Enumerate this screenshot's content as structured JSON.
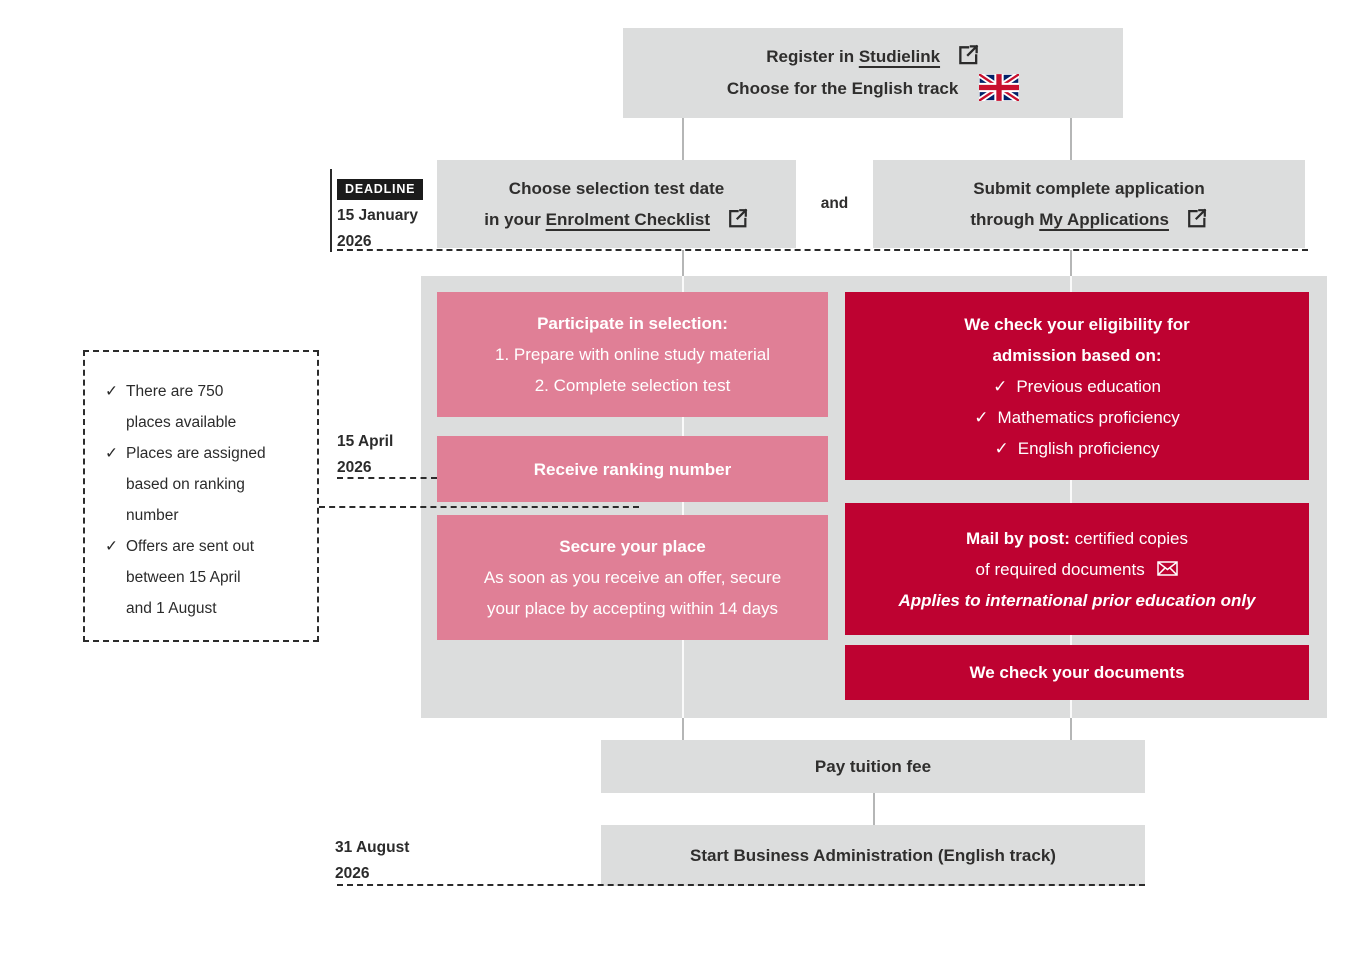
{
  "colors": {
    "box_gray": "#dcdddd",
    "pink": "#e07f96",
    "red": "#be0231",
    "text_dark": "#2f2e2d"
  },
  "icons": {
    "check": "✓"
  },
  "top_box": {
    "line1_prefix": "Register in ",
    "line1_link": "Studielink",
    "line2": "Choose for the English track"
  },
  "deadline_jan": {
    "badge": "DEADLINE",
    "date_line1": "15 January",
    "date_line2": "2026"
  },
  "choose_box": {
    "line1": "Choose selection test date",
    "line2_prefix": "in your ",
    "line2_link": "Enrolment Checklist"
  },
  "connector_word": "and",
  "submit_box": {
    "line1": "Submit complete application",
    "line2_prefix": "through ",
    "line2_link": "My Applications"
  },
  "participate_box": {
    "title": "Participate in selection:",
    "step1": "1. Prepare with online study material",
    "step2": "2. Complete selection test"
  },
  "ranking_box": {
    "title": "Receive ranking number"
  },
  "secure_box": {
    "title": "Secure your place",
    "line1": "As soon as you receive an offer, secure",
    "line2": "your place by accepting within 14 days"
  },
  "eligibility_box": {
    "title_line1": "We check your eligibility for",
    "title_line2": "admission based on:",
    "items": [
      "Previous education",
      "Mathematics proficiency",
      "English proficiency"
    ]
  },
  "mail_box": {
    "bold": "Mail by post:",
    "rest": " certified copies",
    "line2": "of required documents",
    "note": "Applies to international prior education only"
  },
  "documents_box": {
    "title": "We check your documents"
  },
  "callout": {
    "items": [
      {
        "lines": [
          "There are 750",
          "places available"
        ]
      },
      {
        "lines": [
          "Places are assigned",
          "based on ranking",
          "number"
        ]
      },
      {
        "lines": [
          "Offers are sent out",
          "between 15 April",
          "and 1 August"
        ]
      }
    ]
  },
  "deadline_apr": {
    "date_line1": "15 April",
    "date_line2": "2026"
  },
  "pay_box": {
    "label": "Pay tuition fee"
  },
  "deadline_aug": {
    "date_line1": "31 August",
    "date_line2": "2026"
  },
  "start_box": {
    "label": "Start Business Administration (English track)"
  }
}
